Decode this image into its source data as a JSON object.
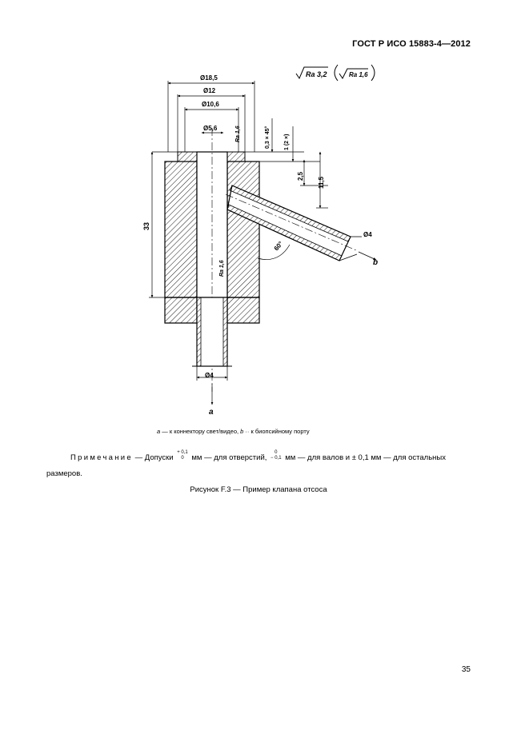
{
  "header": {
    "doc_id": "ГОСТ Р ИСО 15883-4—2012"
  },
  "drawing": {
    "roughness_main": "Ra 3,2",
    "roughness_alt": "Ra 1,6",
    "dims": {
      "d_outer": "Ø18,5",
      "d_12": "Ø12",
      "d_10_6": "Ø10,6",
      "d_5_6": "Ø5,6",
      "ra_top": "Ra 1,6",
      "chamfer": "0,3 × 45°",
      "one_two": "1 (2 ×)",
      "h_2_5": "2,5",
      "h_11_5": "11,5",
      "h_33": "33",
      "angle": "60°",
      "ra_bore": "Ra 1,6",
      "d_side": "Ø4",
      "d_bottom": "Ø4"
    },
    "labels": {
      "a": "a",
      "b": "b"
    }
  },
  "legend": {
    "a_key": "a",
    "a_text": " — к коннектору свет/видео, ",
    "b_key": "b",
    "b_text": " ·· к биопсийному порту"
  },
  "note": {
    "label": "Примечание",
    "t1": " — Допуски ",
    "tol1_up": "+ 0,1",
    "tol1_down": "0",
    "t2": " мм — для отверстий, ",
    "tol2_up": "0",
    "tol2_down": "− 0,1",
    "t3": " мм — для валов и ± 0,1 мм — для остальных размеров."
  },
  "caption": "Рисунок F.3 — Пример клапана отсоса",
  "page_number": "35"
}
